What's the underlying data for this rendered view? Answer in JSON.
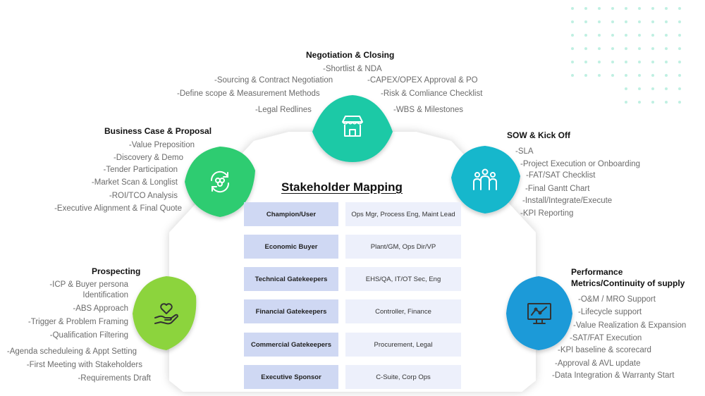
{
  "colors": {
    "negotiation": "#1ec9a6",
    "business_case": "#2ecc71",
    "sow": "#14b7cc",
    "prospecting": "#8cd43c",
    "performance": "#1a9ad8",
    "role_cell": "#cfd8f3",
    "who_cell": "#edf0fb",
    "bullet_text": "#6b6b6b",
    "dots": "#bff0e2"
  },
  "title": "Stakeholder Mapping",
  "stages": {
    "negotiation": {
      "title": "Negotiation & Closing",
      "icon": "storefront-icon",
      "items": [
        "-Shortlist & NDA",
        "-Sourcing & Contract Negotiation",
        "-CAPEX/OPEX Approval & PO",
        "-Define scope & Measurement Methods",
        "-Risk & Comliance Checklist",
        "-Legal Redlines",
        "-WBS & Milestones"
      ]
    },
    "business_case": {
      "title": "Business Case & Proposal",
      "icon": "refresh-cycle-icon",
      "items": [
        "-Value Preposition",
        "-Discovery & Demo",
        "-Tender Participation",
        "-Market Scan & Longlist",
        "-ROI/TCO Analysis",
        "-Executive Alignment & Final Quote"
      ]
    },
    "sow": {
      "title": "SOW & Kick Off",
      "icon": "team-icon",
      "items": [
        "-SLA",
        "-Project Execution or Onboarding",
        "-FAT/SAT Checklist",
        "-Final Gantt Chart",
        "-Install/Integrate/Execute",
        "-KPI Reporting"
      ]
    },
    "prospecting": {
      "title": "Prospecting",
      "icon": "heart-hand-icon",
      "items": [
        "-ICP & Buyer persona",
        "Identification",
        "-ABS Approach",
        "-Trigger & Problem Framing",
        "-Qualification Filtering",
        "-Agenda scheduleing & Appt Setting",
        "-First Meeting with Stakeholders",
        "-Requirements Draft"
      ]
    },
    "performance": {
      "title_line1": "Performance",
      "title_line2": "Metrics/Continuity of supply",
      "icon": "monitor-chart-icon",
      "items": [
        "-O&M / MRO Support",
        "-Lifecycle support",
        "-Value Realization & Expansion",
        "-SAT/FAT Execution",
        "-KPI baseline & scorecard",
        "-Approval & AVL update",
        "-Data Integration & Warranty Start"
      ]
    }
  },
  "table": [
    {
      "role": "Champion/User",
      "who": "Ops Mgr, Process Eng, Maint Lead"
    },
    {
      "role": "Economic Buyer",
      "who": "Plant/GM, Ops Dir/VP"
    },
    {
      "role": "Technical Gatekeepers",
      "who": "EHS/QA, IT/OT Sec, Eng"
    },
    {
      "role": "Financial Gatekeepers",
      "who": "Controller, Finance"
    },
    {
      "role": "Commercial Gatekeepers",
      "who": "Procurement, Legal"
    },
    {
      "role": "Executive Sponsor",
      "who": "C-Suite, Corp Ops"
    }
  ]
}
